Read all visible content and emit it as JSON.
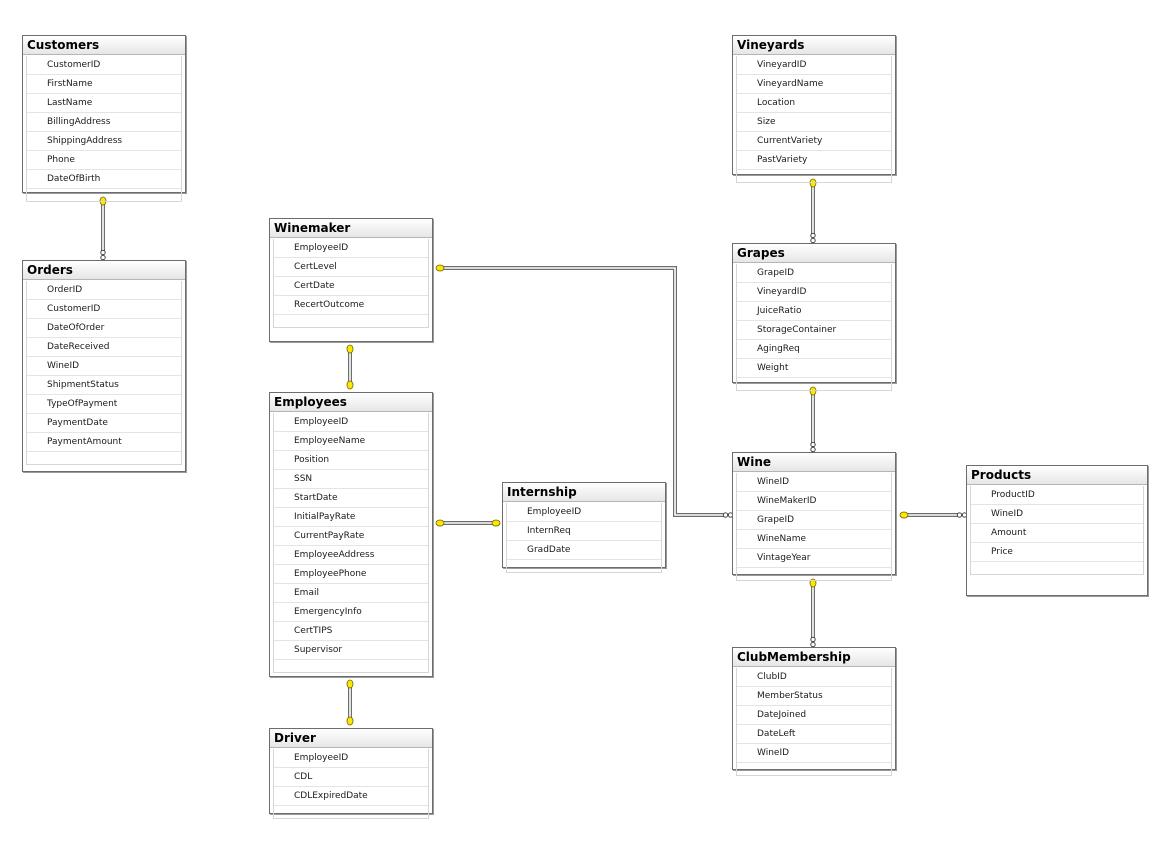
{
  "colors": {
    "connector_line": "#6d6d6d",
    "endpoint_fill": "#ffe600",
    "endpoint_stroke": "#6a6a00",
    "key_fill": "#e8c400",
    "table_border": "#6d6d6d"
  },
  "tables": [
    {
      "id": "customers",
      "title": "Customers",
      "key_icon": "key-icon",
      "columns": [
        {
          "name": "CustomerID",
          "pk": true
        },
        {
          "name": "FirstName"
        },
        {
          "name": "LastName"
        },
        {
          "name": "BillingAddress"
        },
        {
          "name": "ShippingAddress"
        },
        {
          "name": "Phone"
        },
        {
          "name": "DateOfBirth"
        }
      ]
    },
    {
      "id": "orders",
      "title": "Orders",
      "key_icon": "key-icon",
      "columns": [
        {
          "name": "OrderID",
          "pk": true
        },
        {
          "name": "CustomerID"
        },
        {
          "name": "DateOfOrder"
        },
        {
          "name": "DateReceived"
        },
        {
          "name": "WineID"
        },
        {
          "name": "ShipmentStatus"
        },
        {
          "name": "TypeOfPayment"
        },
        {
          "name": "PaymentDate"
        },
        {
          "name": "PaymentAmount"
        }
      ]
    },
    {
      "id": "winemaker",
      "title": "Winemaker",
      "key_icon": "key-icon",
      "columns": [
        {
          "name": "EmployeeID",
          "pk": true
        },
        {
          "name": "CertLevel"
        },
        {
          "name": "CertDate"
        },
        {
          "name": "RecertOutcome"
        }
      ]
    },
    {
      "id": "employees",
      "title": "Employees",
      "key_icon": "key-icon",
      "columns": [
        {
          "name": "EmployeeID",
          "pk": true
        },
        {
          "name": "EmployeeName"
        },
        {
          "name": "Position"
        },
        {
          "name": "SSN"
        },
        {
          "name": "StartDate"
        },
        {
          "name": "InitialPayRate"
        },
        {
          "name": "CurrentPayRate"
        },
        {
          "name": "EmployeeAddress"
        },
        {
          "name": "EmployeePhone"
        },
        {
          "name": "Email"
        },
        {
          "name": "EmergencyInfo"
        },
        {
          "name": "CertTIPS"
        },
        {
          "name": "Supervisor"
        }
      ]
    },
    {
      "id": "driver",
      "title": "Driver",
      "key_icon": "key-icon",
      "columns": [
        {
          "name": "EmployeeID",
          "pk": true
        },
        {
          "name": "CDL"
        },
        {
          "name": "CDLExpiredDate"
        }
      ]
    },
    {
      "id": "internship",
      "title": "Internship",
      "key_icon": "key-icon",
      "columns": [
        {
          "name": "EmployeeID",
          "pk": true
        },
        {
          "name": "InternReq"
        },
        {
          "name": "GradDate"
        }
      ]
    },
    {
      "id": "vineyards",
      "title": "Vineyards",
      "key_icon": "key-icon",
      "columns": [
        {
          "name": "VineyardID",
          "pk": true
        },
        {
          "name": "VineyardName"
        },
        {
          "name": "Location"
        },
        {
          "name": "Size"
        },
        {
          "name": "CurrentVariety"
        },
        {
          "name": "PastVariety"
        }
      ]
    },
    {
      "id": "grapes",
      "title": "Grapes",
      "key_icon": "key-icon",
      "columns": [
        {
          "name": "GrapeID",
          "pk": true
        },
        {
          "name": "VineyardID"
        },
        {
          "name": "JuiceRatio"
        },
        {
          "name": "StorageContainer"
        },
        {
          "name": "AgingReq"
        },
        {
          "name": "Weight"
        }
      ]
    },
    {
      "id": "wine",
      "title": "Wine",
      "key_icon": "key-icon",
      "columns": [
        {
          "name": "WineID",
          "pk": true
        },
        {
          "name": "WineMakerID"
        },
        {
          "name": "GrapeID"
        },
        {
          "name": "WineName"
        },
        {
          "name": "VintageYear"
        }
      ]
    },
    {
      "id": "products",
      "title": "Products",
      "key_icon": "key-icon",
      "columns": [
        {
          "name": "ProductID",
          "pk": true
        },
        {
          "name": "WineID"
        },
        {
          "name": "Amount"
        },
        {
          "name": "Price"
        }
      ]
    },
    {
      "id": "clubmembership",
      "title": "ClubMembership",
      "key_icon": "key-icon",
      "columns": [
        {
          "name": "ClubID",
          "pk": true
        },
        {
          "name": "MemberStatus"
        },
        {
          "name": "DateJoined"
        },
        {
          "name": "DateLeft"
        },
        {
          "name": "WineID"
        }
      ]
    }
  ],
  "relationships": [
    {
      "one": "customers",
      "many": "orders"
    },
    {
      "one": "employees",
      "many": "winemaker"
    },
    {
      "one": "employees",
      "many": "driver"
    },
    {
      "one": "employees",
      "many": "internship"
    },
    {
      "one": "winemaker",
      "many": "wine"
    },
    {
      "one": "vineyards",
      "many": "grapes"
    },
    {
      "one": "grapes",
      "many": "wine"
    },
    {
      "one": "wine",
      "many": "products"
    },
    {
      "one": "wine",
      "many": "clubmembership"
    }
  ]
}
